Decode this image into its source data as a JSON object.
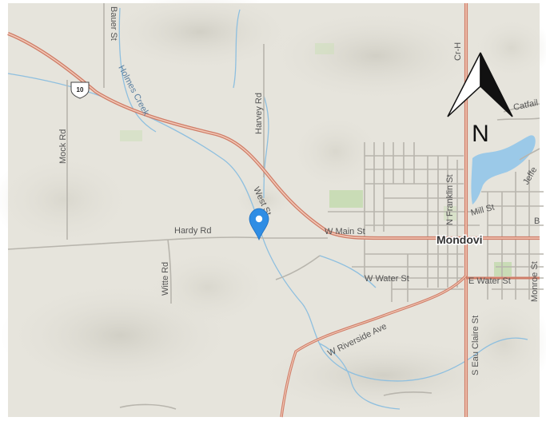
{
  "map": {
    "highway_shield": "10",
    "streets": {
      "bauer": "Bauer St",
      "holmes_creek": "Holmes Creek",
      "harvey": "Harvey Rd",
      "cr_h": "Cr-H",
      "mock": "Mock Rd",
      "hardy": "Hardy Rd",
      "west": "West St",
      "w_main": "W Main St",
      "witte": "Witte Rd",
      "n_franklin": "N Franklin St",
      "mill": "Mill St",
      "catfail": "Catfail",
      "jeffe": "Jeffe",
      "w_water": "W Water St",
      "e_water": "E Water St",
      "monroe": "Monroe St",
      "b_partial": "B",
      "w_riverside": "W Riverside Ave",
      "s_eau_claire": "S Eau Claire St"
    },
    "town_label": "Mondovi",
    "north_letter": "N",
    "marker_icon": "map-pin-icon",
    "colors": {
      "terrain": "#e6e4dc",
      "road": "#d9a08c",
      "highway_edge": "#cf7d68",
      "street": "#b8b5ad",
      "water": "#a8d0ea",
      "lake": "#9bc9e8",
      "river": "#8ebfdf",
      "park": "#b9d8a4",
      "marker": "#2f8de4",
      "text": "#555555"
    }
  }
}
